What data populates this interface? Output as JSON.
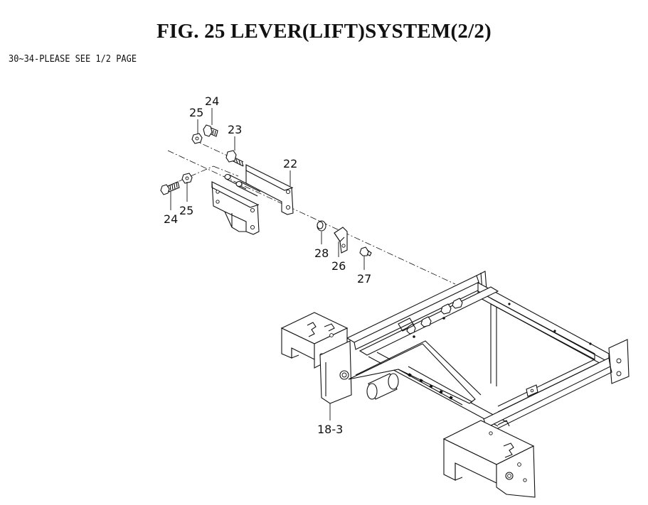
{
  "title": "FIG. 25  LEVER(LIFT)SYSTEM(2/2)",
  "note": "30~34-PLEASE SEE 1/2 PAGE",
  "callouts": [
    {
      "label": "25"
    },
    {
      "label": "24"
    },
    {
      "label": "23"
    },
    {
      "label": "22"
    },
    {
      "label": "24"
    },
    {
      "label": "25"
    },
    {
      "label": "28"
    },
    {
      "label": "26"
    },
    {
      "label": "27"
    },
    {
      "label": "18-3"
    }
  ]
}
